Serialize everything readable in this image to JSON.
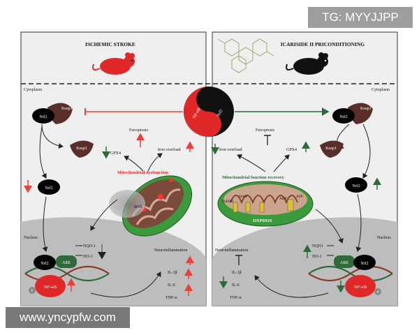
{
  "watermarks": {
    "top": "TG: MYYJJPP",
    "bottom": "www.yncypfw.com"
  },
  "left_panel": {
    "title": "ISCHEMIC STROKE",
    "cytoplasm": "Cytoplasm",
    "nucleus": "Nucleus",
    "keap1_a": "Keap1",
    "nrf2_a": "Nrf2",
    "keap1_b": "Keap1",
    "nrf2_b": "Nrf2",
    "ferroptosis": "Ferroptosis",
    "gpx4": "GPX4",
    "iron_overload": "Iron overload",
    "mito": "Mitochondrial dysfunction",
    "ros": "ROS",
    "nqo1": "NQO-1",
    "ho1": "HO-1",
    "nrf2_c": "Nrf2",
    "are": "ARE",
    "nfkb": "NF-κB",
    "p": "P",
    "neuroinflammation": "Neuroinflammation",
    "il1b": "IL-1β",
    "il6": "IL-6",
    "tnfa": "TNF-α"
  },
  "right_panel": {
    "title": "ICARISIDE II PRICONDITIONING",
    "cytoplasm": "Cytoplasm",
    "nucleus": "Nucleus",
    "keap1_a": "Keap1",
    "nrf2_a": "Nrf2",
    "keap1_b": "Keap1",
    "nrf2_b": "Nrf2",
    "ferroptosis": "Ferroptosis",
    "gpx4": "GPX4",
    "iron_overload": "Iron overload",
    "mito": "Mitochondrial function recovery",
    "nadh": "NADH",
    "nad": "NAD",
    "adp": "ADP",
    "atp": "ATP",
    "oxphos": "OXPHOS",
    "nqo1": "NQO1",
    "ho1": "HO-1",
    "nrf2_c": "Nrf2",
    "are": "ARE",
    "nfkb": "NF-κB",
    "p": "P",
    "neuroinflammation": "Neuroinflammation",
    "il1b": "IL-1β",
    "il6": "IL-6",
    "tnfa": "TNF-α"
  },
  "center": {
    "yin": "NF-κB",
    "yang": "Nrf2"
  },
  "colors": {
    "up": "#e8403a",
    "down": "#2f6b3a",
    "mito_green": "#3a9a3c",
    "nfkb_red": "#e02828"
  }
}
